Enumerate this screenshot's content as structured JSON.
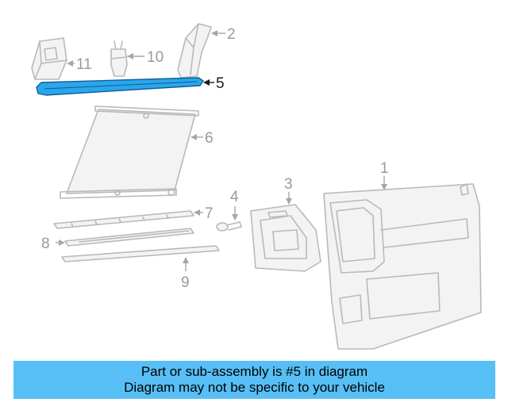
{
  "diagram": {
    "highlight_color": "#2aa6ec",
    "parts": [
      {
        "number": "1"
      },
      {
        "number": "2"
      },
      {
        "number": "3"
      },
      {
        "number": "4"
      },
      {
        "number": "5",
        "highlighted": true
      },
      {
        "number": "6"
      },
      {
        "number": "7"
      },
      {
        "number": "8"
      },
      {
        "number": "9"
      },
      {
        "number": "10"
      },
      {
        "number": "11"
      }
    ]
  },
  "banner": {
    "background": "#57bff5",
    "line1": "Part or sub-assembly is #5 in diagram",
    "line2": "Diagram may not be specific to your vehicle"
  }
}
